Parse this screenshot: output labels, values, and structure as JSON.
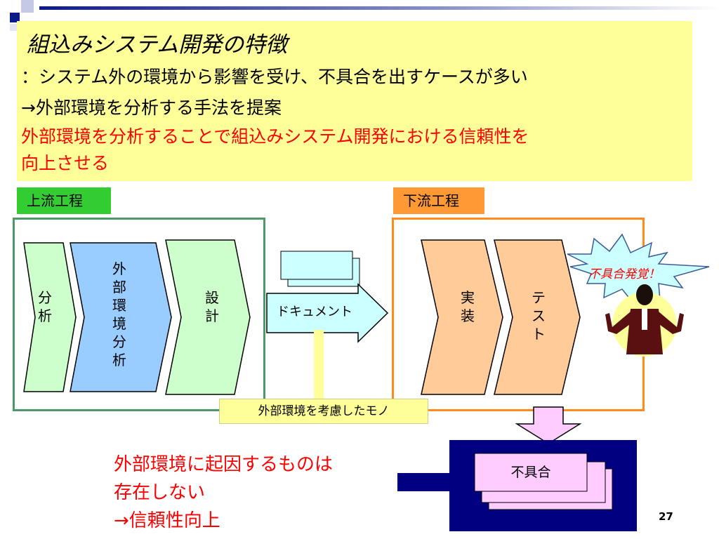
{
  "slide": {
    "title": "組込みシステム開発の特徴",
    "line1": "：システム外の環境から影響を受け、不具合を出すケースが多い",
    "line2": "→外部環境を分析する手法を提案",
    "red_line1": "外部環境を分析することで組込みシステム開発における信頼性を",
    "red_line2": "向上させる",
    "page_number": "27"
  },
  "upstream": {
    "label": "上流工程",
    "steps": [
      {
        "name": "analysis",
        "text": "分析"
      },
      {
        "name": "env-analysis",
        "text": "外部環境分析"
      },
      {
        "name": "design",
        "text": "設計"
      }
    ]
  },
  "downstream": {
    "label": "下流工程",
    "steps": [
      {
        "name": "implementation",
        "text": "実装"
      },
      {
        "name": "test",
        "text": "テスト"
      }
    ]
  },
  "document": {
    "label": "ドキュメント"
  },
  "consider_label": "外部環境を考慮したモノ",
  "defect_found": "不具合発覚！",
  "defect_label": "不具合",
  "conclusion": {
    "line1": "外部環境に起因するものは",
    "line2": "存在しない",
    "line3": "→信頼性向上"
  },
  "colors": {
    "title_bg": "#ffff99",
    "upstream_tag": "#33cc33",
    "downstream_tag": "#ff9933",
    "upstream_frame": "#4c9a6a",
    "downstream_frame": "#ff8c1a",
    "chevron_green": "#ccffcc",
    "chevron_blue": "#99ccff",
    "chevron_orange": "#ffcc99",
    "navy": "#000080",
    "pink": "#ffccff",
    "red_text": "#ff0000"
  }
}
